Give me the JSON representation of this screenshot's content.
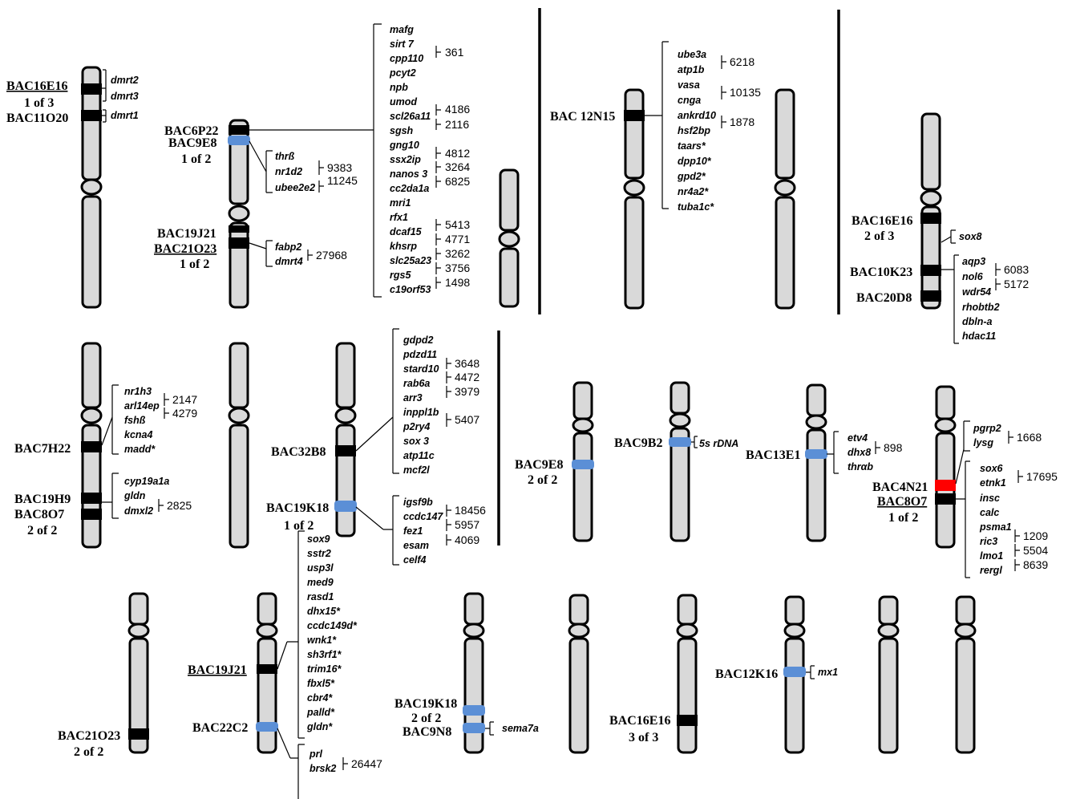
{
  "bac_labels": {
    "c1a": "BAC16E16",
    "c1b": "1 of 3",
    "c1c": "BAC11O20",
    "c2a": "BAC6P22",
    "c2b": "BAC9E8",
    "c2c": "1 of 2",
    "c2d": "BAC19J21",
    "c2e": "BAC21O23",
    "c2f": "1 of 2",
    "c4a": "BAC 12N15",
    "c6a": "BAC16E16",
    "c6b": "2 of 3",
    "c6c": "BAC10K23",
    "c6d": "BAC20D8",
    "r2a": "BAC7H22",
    "r2b": "BAC19H9",
    "r2c": "BAC8O7",
    "r2d": "2 of 2",
    "r2e": "BAC32B8",
    "r2f": "BAC19K18",
    "r2g": "1 of 2",
    "r2h": "BAC9E8",
    "r2i": "2 of 2",
    "r2j": "BAC9B2",
    "r2k": "BAC13E1",
    "r2l": "BAC4N21",
    "r2m": "BAC8O7",
    "r2n": "1 of 2",
    "r3a": "BAC21O23",
    "r3b": "2 of 2",
    "r3c": "BAC19J21",
    "r3d": "BAC22C2",
    "r3e": "BAC19K18",
    "r3f": "2 of 2",
    "r3g": "BAC9N8",
    "r3h": "BAC16E16",
    "r3i": "3 of 3",
    "r3j": "BAC12K16"
  },
  "genes": {
    "g1": [
      "dmrt2",
      "dmrt3"
    ],
    "g2": [
      "dmrt1"
    ],
    "g3": [
      "mafg",
      "sirt 7",
      "cpp110",
      "pcyt2",
      "npb",
      "umod",
      "scl26a11",
      "sgsh",
      "gng10",
      "ssx2ip",
      "nanos 3",
      "cc2da1a",
      "mri1",
      "rfx1",
      "dcaf15",
      "khsrp",
      "slc25a23",
      "rgs5",
      "c19orf53"
    ],
    "g4": [
      "thrß",
      "nr1d2",
      "ubee2e2"
    ],
    "g5": [
      "fabp2",
      "dmrt4"
    ],
    "g6": [
      "ube3a",
      "atp1b",
      "vasa",
      "cnga",
      "ankrd10",
      "hsf2bp",
      "taars*",
      "dpp10*",
      "gpd2*",
      "nr4a2*",
      "tuba1c*"
    ],
    "g7": [
      "sox8"
    ],
    "g8": [
      "aqp3",
      "nol6",
      "wdr54",
      "rhobtb2",
      "dbln-a",
      "hdac11"
    ],
    "g9": [
      "nr1h3",
      "arl14ep",
      "fshß",
      "kcna4",
      "madd*"
    ],
    "g10": [
      "cyp19a1a",
      "gldn",
      "dmxl2"
    ],
    "g11": [
      "gdpd2",
      "pdzd11",
      "stard10",
      "rab6a",
      "arr3",
      "inppl1b",
      "p2ry4",
      "sox 3",
      "atp11c",
      "mcf2l"
    ],
    "g12": [
      "igsf9b",
      "ccdc147",
      "fez1",
      "esam",
      "celf4"
    ],
    "g13": [
      "5s rDNA"
    ],
    "g14": [
      "etv4",
      "dhx8",
      "thrαb"
    ],
    "g15": [
      "pgrp2",
      "lysg"
    ],
    "g16": [
      "sox6",
      "etnk1",
      "insc",
      "calc",
      "psma1",
      "ric3",
      "lmo1",
      "rergl"
    ],
    "g17": [
      "sox9",
      "sstr2",
      "usp3l",
      "med9",
      "rasd1",
      "dhx15*",
      "ccdc149d*",
      "wnk1*",
      "sh3rf1*",
      "trim16*",
      "fbxl5*",
      "cbr4*",
      "palld*",
      "gldn*"
    ],
    "g18": [
      "prl",
      "brsk2"
    ],
    "g19": [
      "sema7a"
    ],
    "g20": [
      "mx1"
    ]
  },
  "numbers": {
    "n1": "361",
    "n2": "4186",
    "n3": "2116",
    "n4": "4812",
    "n5": "3264",
    "n6": "6825",
    "n7": "5413",
    "n8": "4771",
    "n9": "3262",
    "n10": "3756",
    "n11": "1498",
    "n12": "9383",
    "n13": "11245",
    "n14": "27968",
    "n15": "6218",
    "n16": "10135",
    "n17": "1878",
    "n18": "6083",
    "n19": "5172",
    "n20": "2147",
    "n21": "4279",
    "n22": "2825",
    "n23": "3648",
    "n24": "4472",
    "n25": "3979",
    "n26": "5407",
    "n27": "18456",
    "n28": "5957",
    "n29": "4069",
    "n30": "898",
    "n31": "1668",
    "n32": "17695",
    "n33": "1209",
    "n34": "5504",
    "n35": "8639",
    "n36": "26447"
  },
  "colors": {
    "chromosome": "#d9d9d9",
    "blue_marker": "#5b8fd6",
    "red_marker": "#ff0000",
    "black_marker": "#000000"
  }
}
